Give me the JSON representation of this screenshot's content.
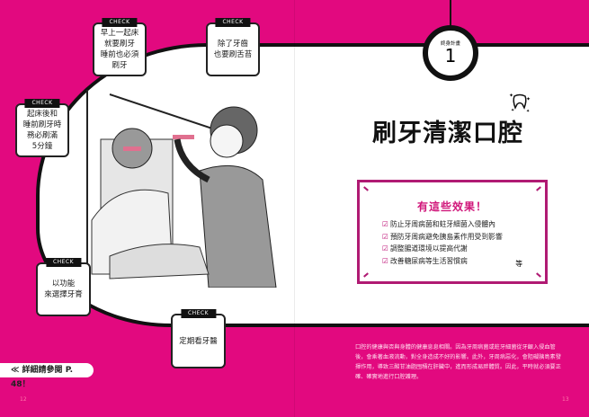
{
  "left_page": {
    "bubbles": [
      {
        "tag": "CHECK",
        "text": "早上一起床\n就要刷牙\n睡前也必須\n刷牙"
      },
      {
        "tag": "CHECK",
        "text": "除了牙齒\n也要刷舌苔"
      },
      {
        "tag": "CHECK",
        "text": "起床後和\n睡前刷牙時\n務必刷滿\n5分鐘"
      },
      {
        "tag": "CHECK",
        "text": "以功能\n來選擇牙膏"
      },
      {
        "tag": "CHECK",
        "text": "定期看牙醫"
      }
    ],
    "reference": "≪ 詳細請參閱 P. 48！",
    "page_number": "12"
  },
  "right_page": {
    "badge_label": "終身計畫",
    "badge_number": "1",
    "title": "刷牙清潔口腔",
    "effects": {
      "heading": "有這些效果！",
      "items": [
        "防止牙周病菌和蛀牙細菌入侵體內",
        "預防牙周病避免胰島素作用受到影響",
        "調整腸道環境以提高代謝",
        "改善糖尿病等生活習慣病"
      ],
      "etc": "等"
    },
    "body": "口腔的健康與否與身體的健康息息相關。因為牙周病菌或蛀牙細菌從牙齦入侵血管後，會乘著血液流動，對全身造成不好的影響。此外，牙周病惡化，會阻礙胰島素發揮作用，導致三酸甘油脂囤積在肝臟中，進而形成易胖體質。因此，平時就必須要正確、確實地進行口腔護理。",
    "page_number": "13"
  },
  "colors": {
    "background": "#e2097f",
    "accent": "#d0167a"
  }
}
